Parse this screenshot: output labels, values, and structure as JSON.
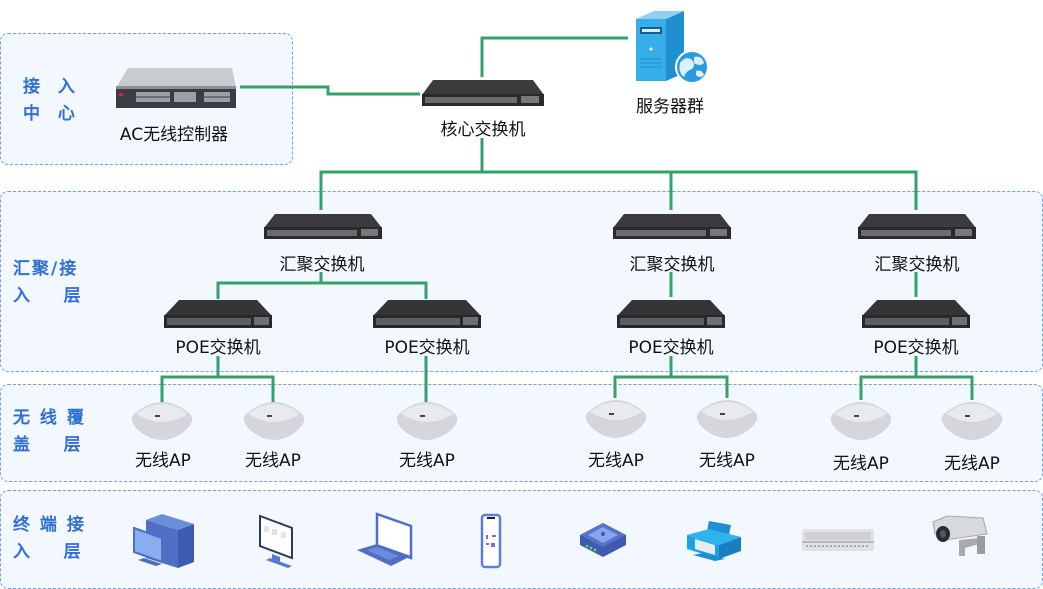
{
  "colors": {
    "link": "#34a06a",
    "zone_border": "#6f9fe0",
    "zone_bg": "#f3f7fe",
    "zone_label": "#2f6fd6"
  },
  "zones": {
    "access_center": {
      "label_lines": [
        "接  入",
        "中  心"
      ]
    },
    "aggregation": {
      "label_lines": [
        "汇聚/接",
        "入    层"
      ]
    },
    "wireless": {
      "label_lines": [
        "无 线 覆",
        "盖    层"
      ]
    },
    "terminal": {
      "label_lines": [
        "终 端 接",
        "入    层"
      ]
    }
  },
  "devices": {
    "ac_controller": {
      "label": "AC无线控制器",
      "icon": "rack-controller-icon"
    },
    "core_switch": {
      "label": "核心交换机",
      "icon": "switch-icon"
    },
    "server_group": {
      "label": "服务器群",
      "icon": "server-globe-icon"
    },
    "agg_switches": [
      {
        "label": "汇聚交换机"
      },
      {
        "label": "汇聚交换机"
      },
      {
        "label": "汇聚交换机"
      }
    ],
    "poe_switches": [
      {
        "label": "POE交换机"
      },
      {
        "label": "POE交换机"
      },
      {
        "label": "POE交换机"
      },
      {
        "label": "POE交换机"
      }
    ],
    "aps": [
      {
        "label": "无线AP"
      },
      {
        "label": "无线AP"
      },
      {
        "label": "无线AP"
      },
      {
        "label": "无线AP"
      },
      {
        "label": "无线AP"
      },
      {
        "label": "无线AP"
      },
      {
        "label": "无线AP"
      }
    ],
    "terminals": [
      {
        "icon": "desktop-computer-icon"
      },
      {
        "icon": "monitor-icon"
      },
      {
        "icon": "laptop-icon"
      },
      {
        "icon": "smartphone-icon"
      },
      {
        "icon": "router-box-icon"
      },
      {
        "icon": "printer-icon"
      },
      {
        "icon": "patch-panel-icon"
      },
      {
        "icon": "cctv-camera-icon"
      }
    ]
  }
}
